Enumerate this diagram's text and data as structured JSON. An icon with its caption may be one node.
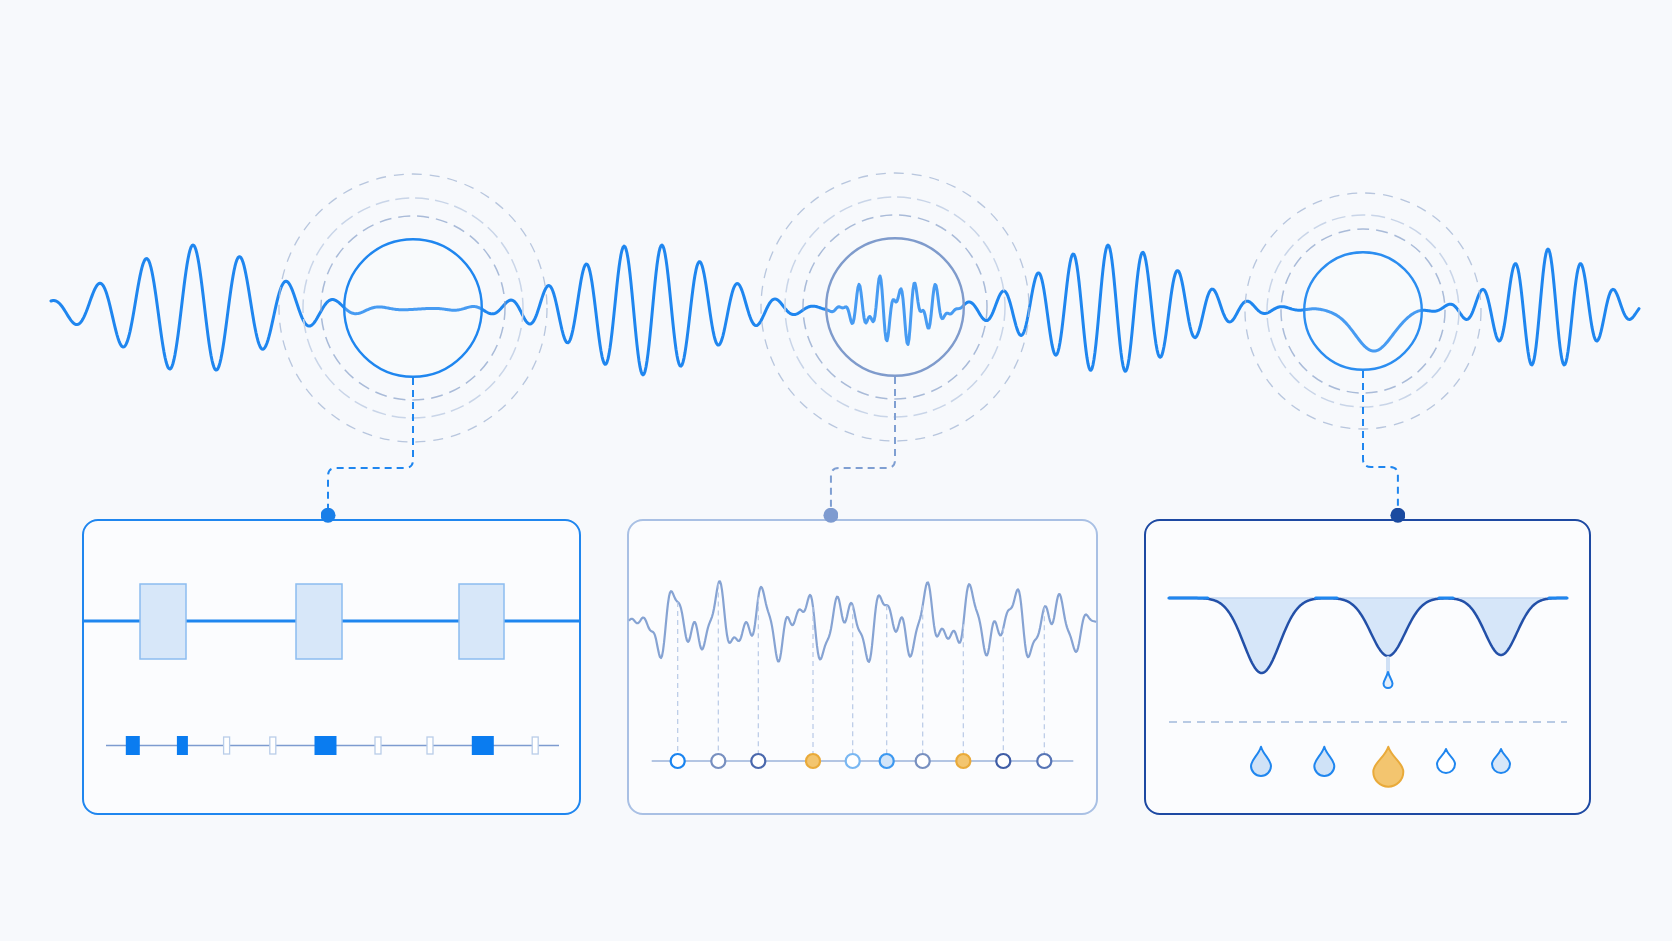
{
  "diagram": {
    "nodes": [
      {
        "text": [],
        "shape": "circle"
      },
      {
        "text": [],
        "shape": "circle"
      },
      {
        "text": [],
        "shape": "circle"
      },
      {
        "text": [],
        "shape": "box"
      },
      {
        "text": [],
        "shape": "box"
      },
      {
        "text": [],
        "shape": "box"
      }
    ],
    "edges": [
      {
        "from": 0,
        "to": 3,
        "arrow": "other",
        "style": "dashed"
      },
      {
        "from": 1,
        "to": 4,
        "arrow": "other",
        "style": "dashed",
        "color": "#7f9fd2"
      },
      {
        "from": 2,
        "to": 5,
        "arrow": "other",
        "style": "dashed"
      }
    ]
  }
}
